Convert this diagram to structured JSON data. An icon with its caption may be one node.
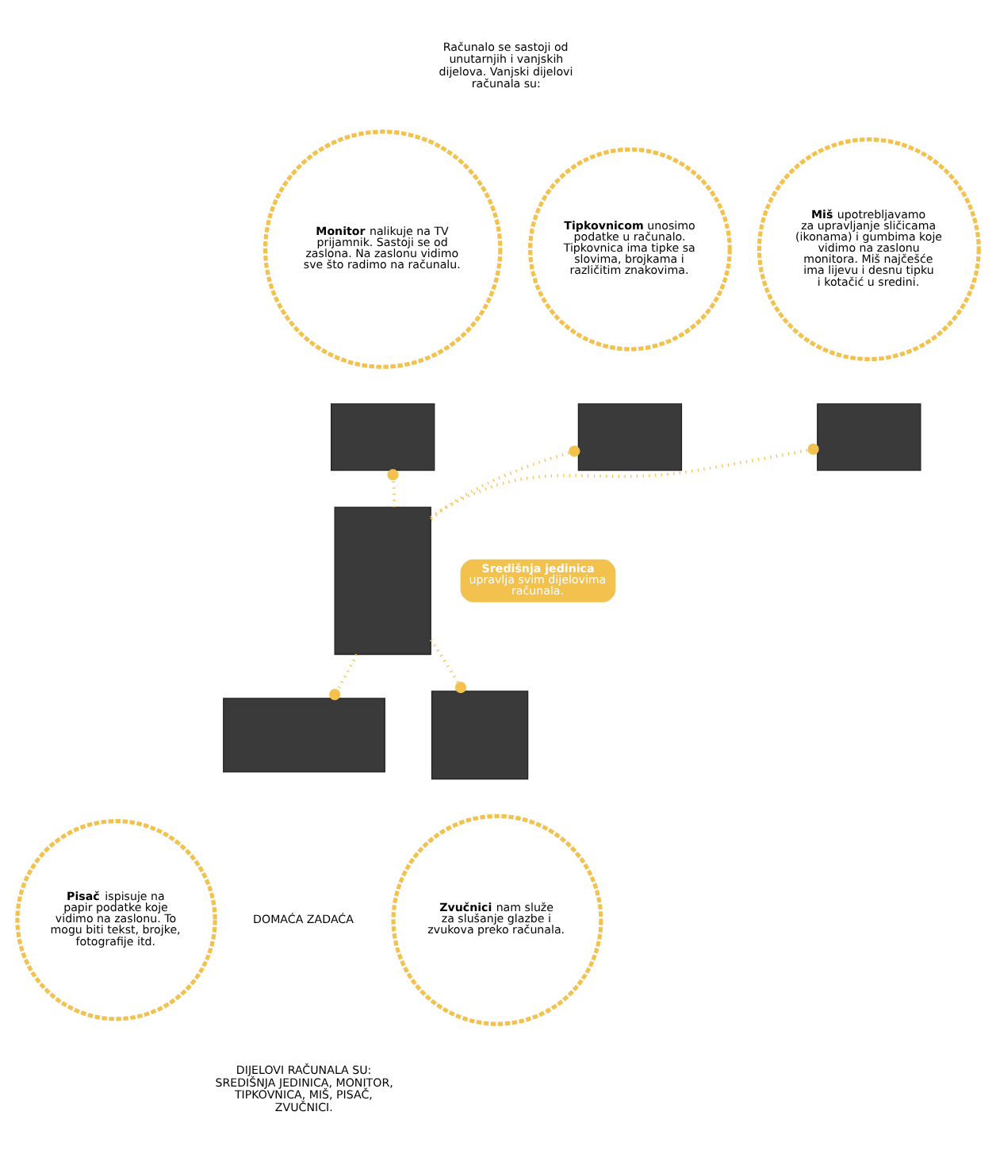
{
  "diagram": {
    "nodes": [
      {
        "text": [
          "**Monitor** nalikuje na TV prijamnik. Sastoji se od zaslona. Na zaslonu vidimo sve što radimo na računalu."
        ]
      },
      {
        "text": [],
        "shape": "box"
      },
      {
        "text": [
          "**Tipkovnicom** unosimo podatke u računalo. Tipkovnica ima tipke sa slovima, brojkama i različitim znakovima."
        ]
      },
      {
        "text": [],
        "shape": "box"
      },
      {
        "text": [
          "**Miš** upotrebljavamo za upravljanje sličicama (ikonama) i gumbima koje vidimo na zaslonu monitora. Miš najčešće ima lijevu i desnu tipku i kotačić u sredini."
        ]
      },
      {
        "text": [],
        "shape": "box"
      },
      {
        "text": [],
        "shape": "box"
      },
      {
        "text": [
          "**Središnja jedinica** upravlja svim dijelovima računala."
        ]
      },
      {
        "text": [],
        "shape": "box"
      },
      {
        "text": [
          "**Pisač** ispisuje na papir podatke koje vidimo na zaslonu. To mogu biti tekst, brojke, fotografije itd."
        ]
      },
      {
        "text": [],
        "shape": "box"
      },
      {
        "text": [
          "**Zvučnici** nam služe za slušanje glazbe i zvukova preko računala."
        ]
      }
    ],
    "edges": [
      {
        "from": 6,
        "to": 1,
        "arrow": "other",
        "style": "dashed"
      },
      {
        "from": 6,
        "to": 3,
        "arrow": "other",
        "style": "dashed"
      },
      {
        "from": 6,
        "to": 5,
        "arrow": "other",
        "style": "dashed"
      },
      {
        "from": 6,
        "to": 8,
        "arrow": "other",
        "style": "dashed"
      },
      {
        "from": 6,
        "to": 10,
        "arrow": "other",
        "style": "dashed"
      }
    ],
    "labels": [
      "Računalo se sastoji od unutarnjih i vanjskih dijelova. Vanjski dijelovi računala su:",
      "DOMAĆA ZADAĆA",
      "DIJELOVI RAČUNALA SU: SREDIŠNJA JEDINICA, MONITOR, TIPKOVNICA, MIŠ, PISAČ, ZVUČNICI."
    ]
  }
}
